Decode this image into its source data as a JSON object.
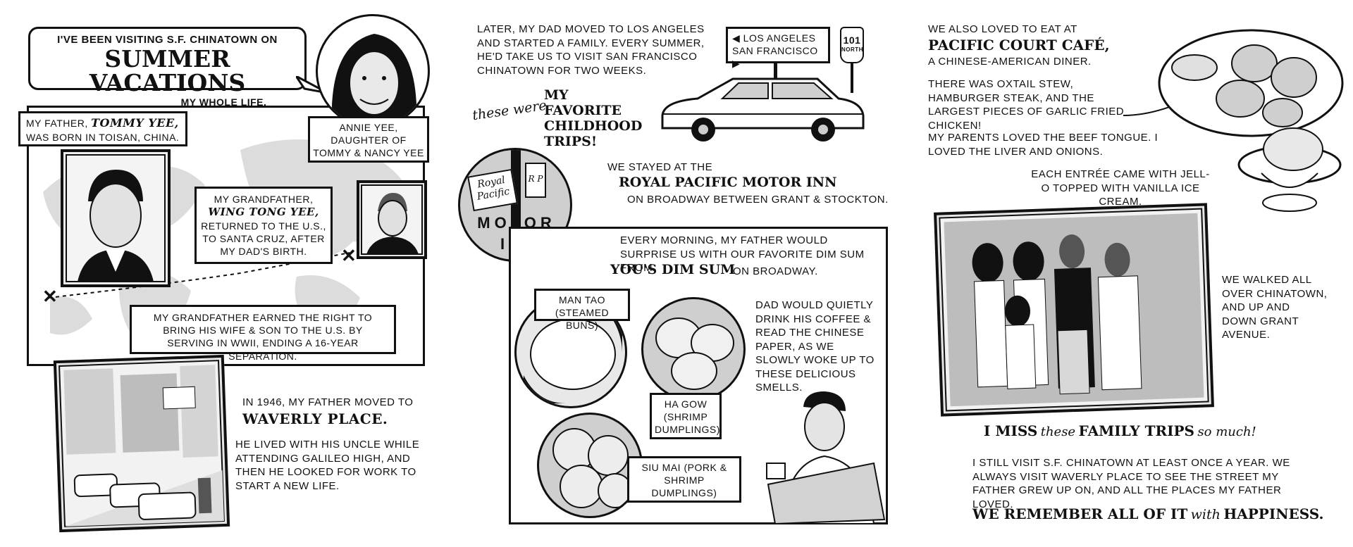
{
  "panel1": {
    "intro_top": "I'VE BEEN VISITING S.F. CHINATOWN ON",
    "intro_title": "SUMMER VACATIONS",
    "intro_bottom": "MY WHOLE LIFE.",
    "annie_line1": "ANNIE YEE,",
    "annie_line2": "DAUGHTER OF",
    "annie_line3": "TOMMY & NANCY YEE",
    "father_pre": "MY FATHER, ",
    "father_name": "TOMMY YEE,",
    "father_post": "WAS BORN IN TOISAN, CHINA.",
    "grandfather_pre": "MY GRANDFATHER,",
    "grandfather_name": "WING TONG YEE,",
    "grandfather_post": "RETURNED TO THE U.S., TO SANTA CRUZ, AFTER MY DAD'S BIRTH.",
    "earned": "MY GRANDFATHER EARNED THE RIGHT TO BRING HIS WIFE & SON TO THE U.S. BY SERVING IN WWII, ENDING A 16-YEAR SEPARATION.",
    "moved_pre": "IN 1946, MY FATHER MOVED TO",
    "moved_place": "WAVERLY PLACE.",
    "lived": "HE LIVED WITH HIS UNCLE WHILE ATTENDING GALILEO HIGH, AND THEN HE LOOKED FOR WORK TO START A NEW LIFE."
  },
  "panel2": {
    "later": "LATER, MY DAD MOVED TO LOS ANGELES AND STARTED A FAMILY. EVERY SUMMER, HE'D TAKE US TO VISIT SAN FRANCISCO CHINATOWN FOR TWO WEEKS.",
    "sign_la": "LOS ANGELES",
    "sign_sf": "SAN FRANCISCO",
    "route_num": "101",
    "route_dir": "NORTH",
    "these_were": "these were",
    "favorite": "MY FAVORITE CHILDHOOD TRIPS!",
    "stayed": "WE STAYED AT THE",
    "motor_inn": "ROYAL PACIFIC MOTOR INN",
    "broadway": "ON BROADWAY BETWEEN GRANT & STOCKTON.",
    "sign_royal": "Royal",
    "sign_pacific": "Pacific",
    "sign_rp": "R P",
    "sign_motor": "MOTOR",
    "sign_inn": "INN",
    "every_morning": "EVERY MORNING, MY FATHER WOULD SURPRISE US WITH OUR FAVORITE DIM SUM FROM",
    "yous": "YOU'S DIM SUM",
    "on_broadway": "ON BROADWAY.",
    "man_tao": "MAN TAO (STEAMED BUNS)",
    "dad_coffee": "DAD WOULD QUIETLY DRINK HIS COFFEE & READ THE CHINESE PAPER, AS WE SLOWLY WOKE UP TO THESE DELICIOUS SMELLS.",
    "ha_gow": "HA GOW (SHRIMP DUMPLINGS)",
    "siu_mai": "SIU MAI (PORK & SHRIMP DUMPLINGS)"
  },
  "panel3": {
    "also_loved": "WE ALSO LOVED TO EAT AT",
    "cafe": "PACIFIC COURT CAFÉ,",
    "diner": "A CHINESE-AMERICAN DINER.",
    "oxtail": "THERE WAS OXTAIL STEW, HAMBURGER STEAK, AND THE LARGEST PIECES OF GARLIC FRIED CHICKEN!",
    "tongue": "MY PARENTS LOVED THE BEEF TONGUE. I LOVED THE LIVER AND ONIONS.",
    "jello": "EACH ENTRÉE CAME WITH JELL-O TOPPED WITH VANILLA ICE CREAM.",
    "walked": "WE WALKED ALL OVER CHINATOWN, AND UP AND DOWN GRANT AVENUE.",
    "miss_1": "I MISS",
    "miss_2": "these",
    "miss_3": "FAMILY TRIPS",
    "miss_4": "so much!",
    "still_visit": "I STILL VISIT S.F. CHINATOWN AT LEAST ONCE A YEAR. WE ALWAYS VISIT WAVERLY PLACE TO SEE THE STREET MY FATHER GREW UP ON, AND ALL THE PLACES MY FATHER LOVED.",
    "remember_1": "WE REMEMBER ALL OF IT",
    "remember_2": "with",
    "remember_3": "HAPPINESS."
  }
}
